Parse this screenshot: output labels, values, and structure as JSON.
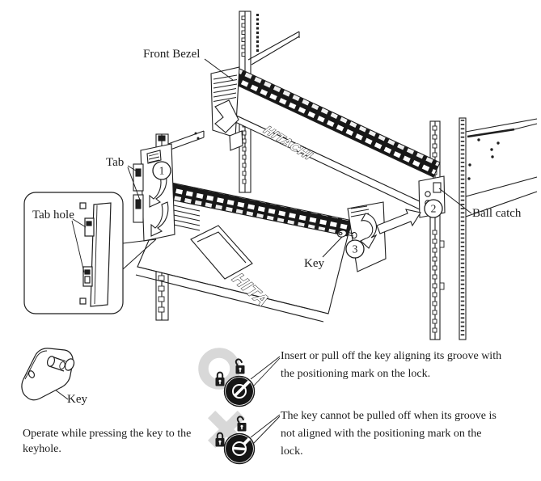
{
  "colors": {
    "line": "#1f1f1f",
    "vent_dark": "#181818",
    "gray_mark": "#d8d8d8",
    "background": "#ffffff"
  },
  "labels": {
    "front_bezel": "Front Bezel",
    "tab": "Tab",
    "tab_hole": "Tab hole",
    "ball_catch": "Ball catch",
    "key_on_lock": "Key",
    "key_item": "Key"
  },
  "markers": {
    "step1": "1",
    "step2": "2",
    "step3": "3"
  },
  "brand": {
    "upper": "HITACHI",
    "lower": "HITA"
  },
  "notes": {
    "operate": "Operate while pressing the key to the keyhole.",
    "aligned": "Insert or pull off the key aligning its groove with the positioning mark on the lock.",
    "misaligned": "The key cannot be pulled off when its groove is not aligned with the positioning mark on the lock."
  }
}
